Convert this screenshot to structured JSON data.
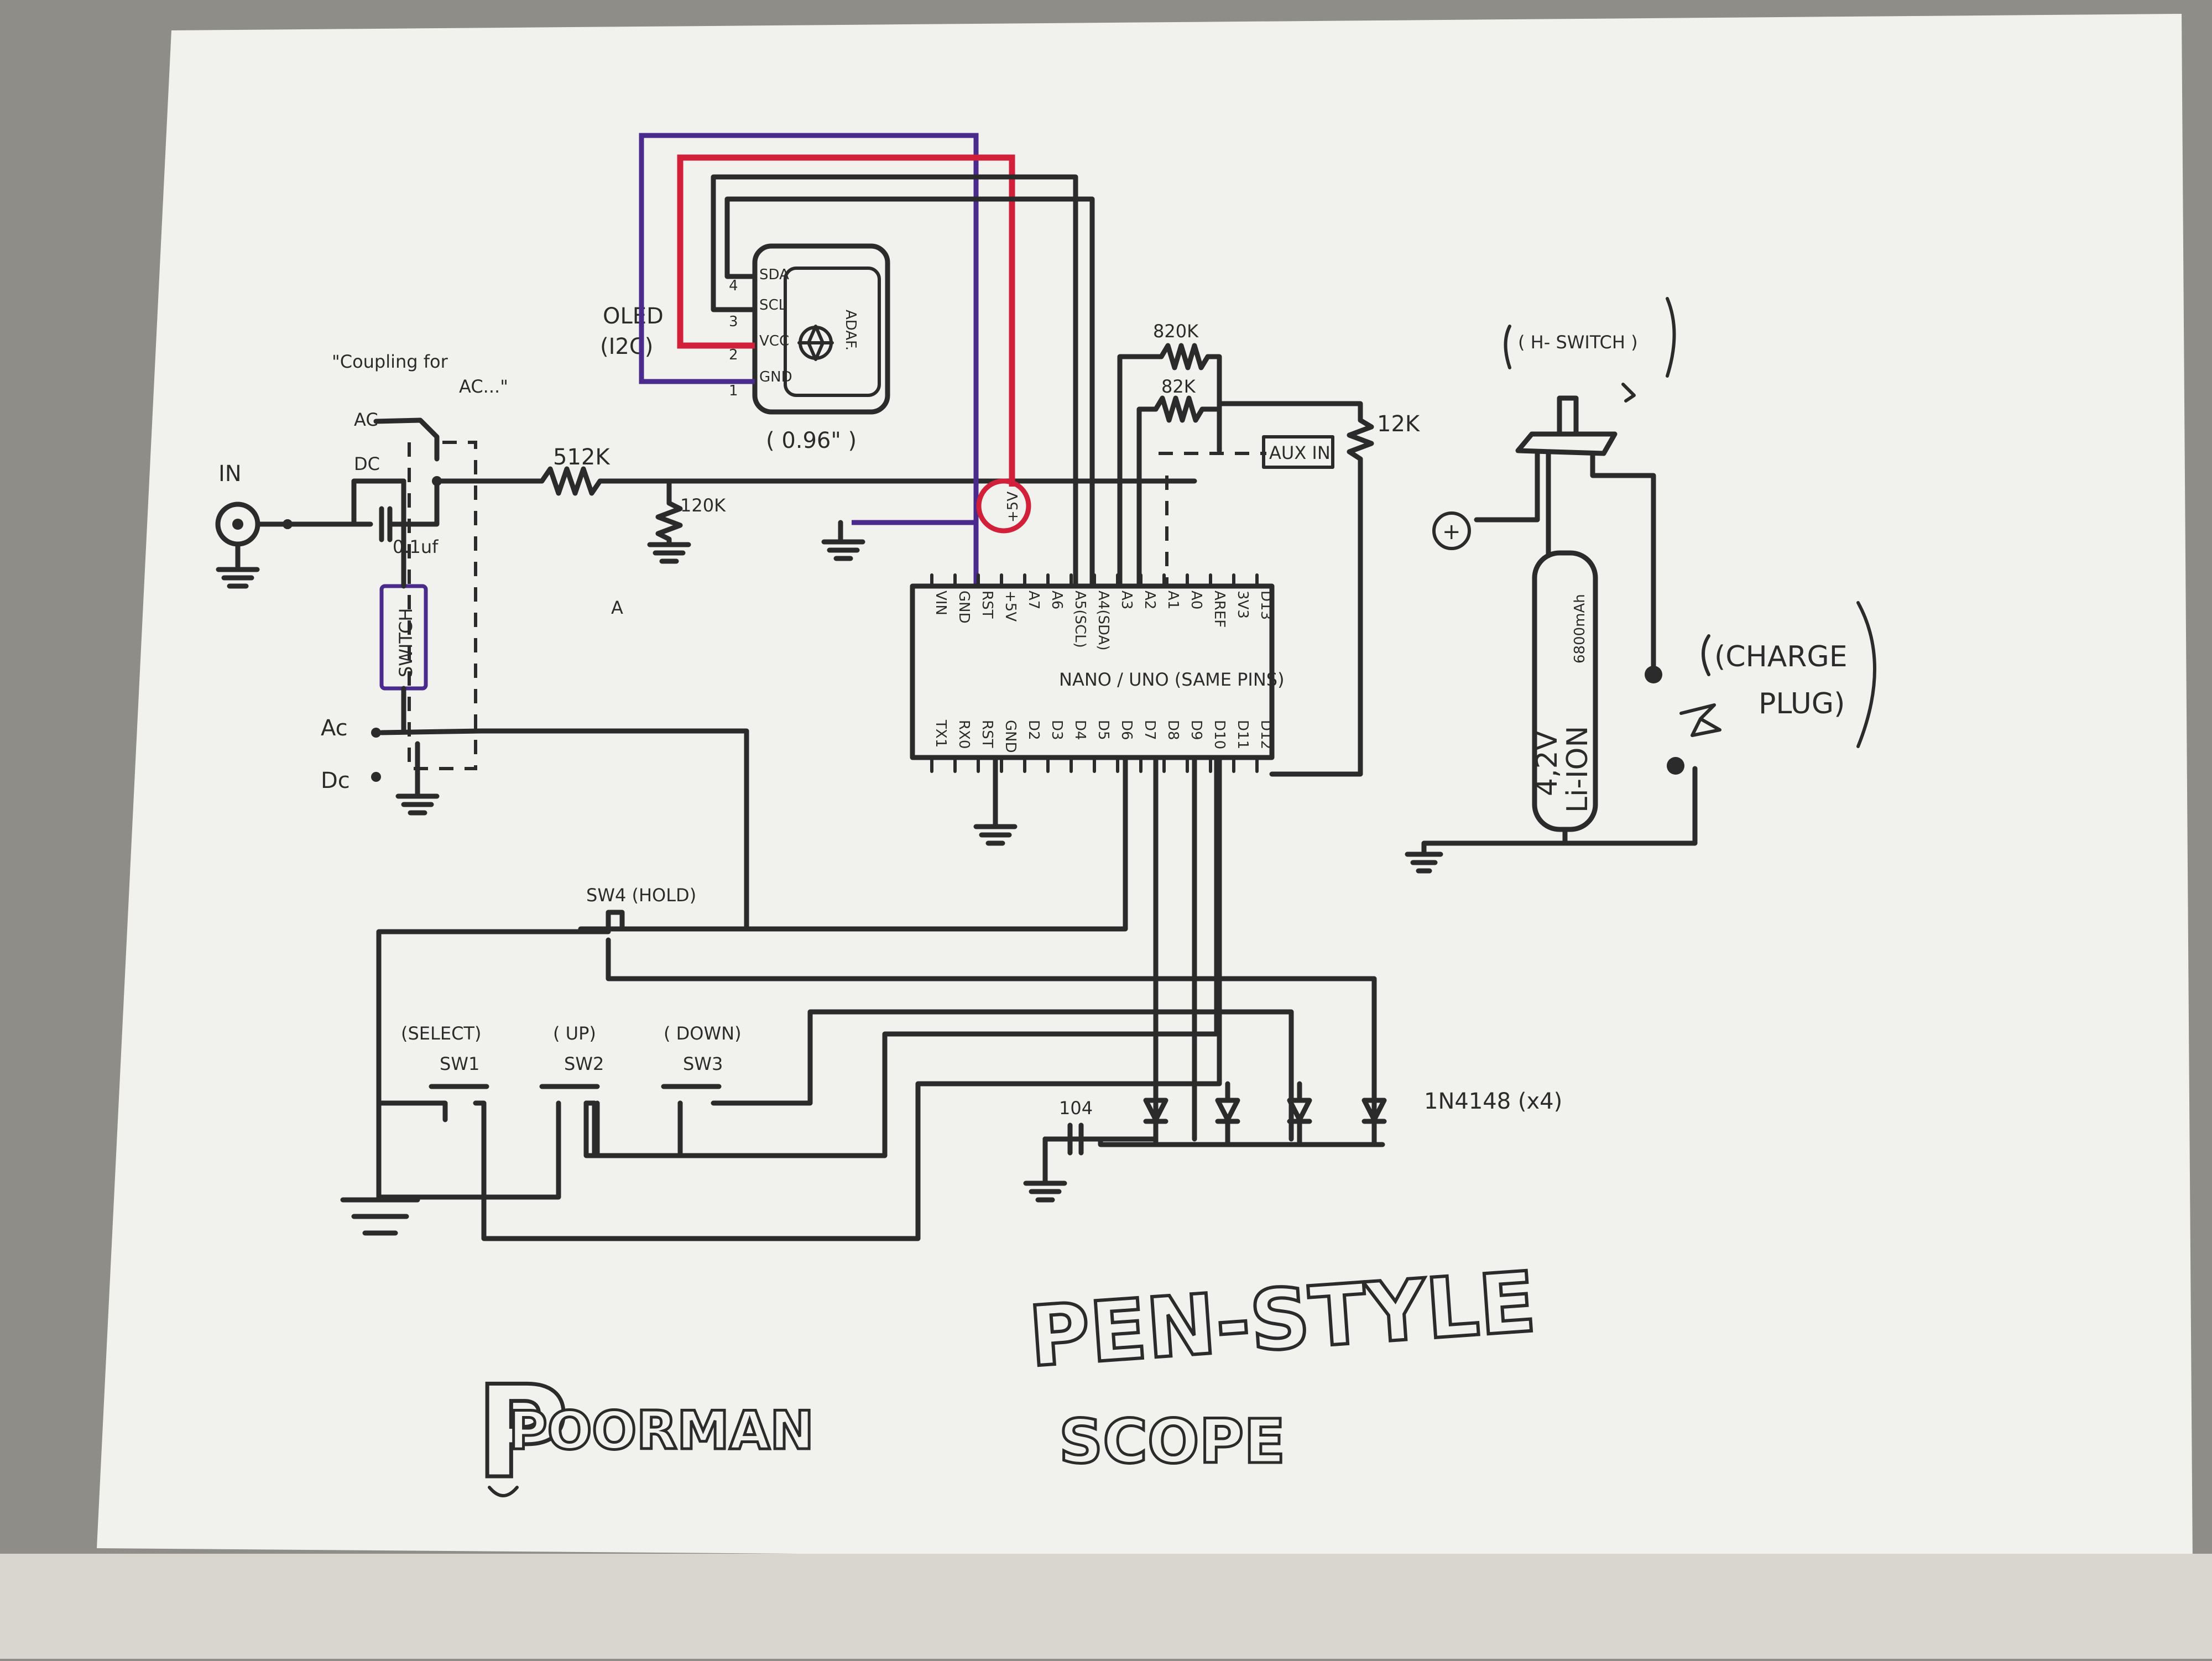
{
  "title": {
    "line1": "POORMAN",
    "line2": "PEN-STYLE",
    "line3": "SCOPE"
  },
  "input": {
    "in_label": "IN",
    "coupling_note_1": "\"Coupling for",
    "coupling_note_2": "AC...\"",
    "ac_label": "AC",
    "dc_label": "DC",
    "cap_label": "0.1uf",
    "switch_label": "SWITCH",
    "ac_label_2": "Ac",
    "dc_label_2": "Dc",
    "r1_label": "512K",
    "r2_label": "120K",
    "marker_a": "A"
  },
  "oled": {
    "name": "OLED",
    "bus": "(I2C)",
    "size": "( 0.96\" )",
    "pins": [
      "SDA",
      "SCL",
      "VCC",
      "GND"
    ],
    "pin_numbers": [
      "4",
      "3",
      "2",
      "1"
    ],
    "logo_text": "ADAF."
  },
  "power": {
    "v5_label": "+5V",
    "switch_label": "( H- SWITCH )",
    "plus_label": "+",
    "battery_voltage": "4,2V",
    "battery_type": "Li-ION",
    "battery_capacity": "6800mAh",
    "charge_label_1": "(CHARGE",
    "charge_label_2": "PLUG)"
  },
  "arduino": {
    "name": "NANO / UNO (SAME PINS)",
    "top_pins": [
      "VIN",
      "GND",
      "RST",
      "+5V",
      "A7",
      "A6",
      "A5(SCL)",
      "A4(SDA)",
      "A3",
      "A2",
      "A1",
      "A0",
      "AREF",
      "3V3",
      "D13"
    ],
    "bottom_pins": [
      "TX1",
      "RX0",
      "RST",
      "GND",
      "D2",
      "D3",
      "D4",
      "D5",
      "D6",
      "D7",
      "D8",
      "D9",
      "D10",
      "D11",
      "D12"
    ]
  },
  "divider": {
    "r_top": "820K",
    "r_mid": "82K",
    "r_right": "12K",
    "aux_label": "AUX IN"
  },
  "switches": {
    "sw4": "SW4 (HOLD)",
    "sw1_name": "SW1",
    "sw1_role": "(SELECT)",
    "sw2_name": "SW2",
    "sw2_role": "( UP)",
    "sw3_name": "SW3",
    "sw3_role": "( DOWN)"
  },
  "diodes": {
    "label": "1N4148 (x4)",
    "cap_label": "104"
  }
}
